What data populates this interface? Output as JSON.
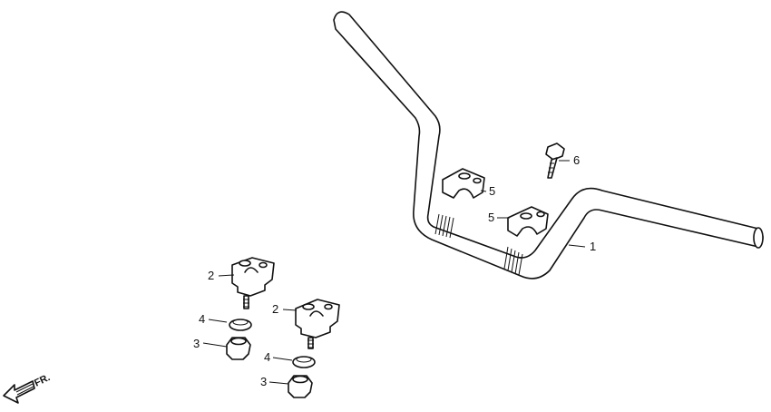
{
  "callouts": {
    "handlebar": "1",
    "upper_holder_a": "5",
    "upper_holder_b": "5",
    "bolt": "6",
    "lower_holder_a": "2",
    "lower_holder_b": "2",
    "washer_a": "4",
    "washer_b": "4",
    "nut_a": "3",
    "nut_b": "3"
  },
  "direction_label": "FR.",
  "icons": {
    "direction": "front-direction-arrow-icon"
  },
  "colors": {
    "line": "#111111",
    "background": "#ffffff"
  }
}
